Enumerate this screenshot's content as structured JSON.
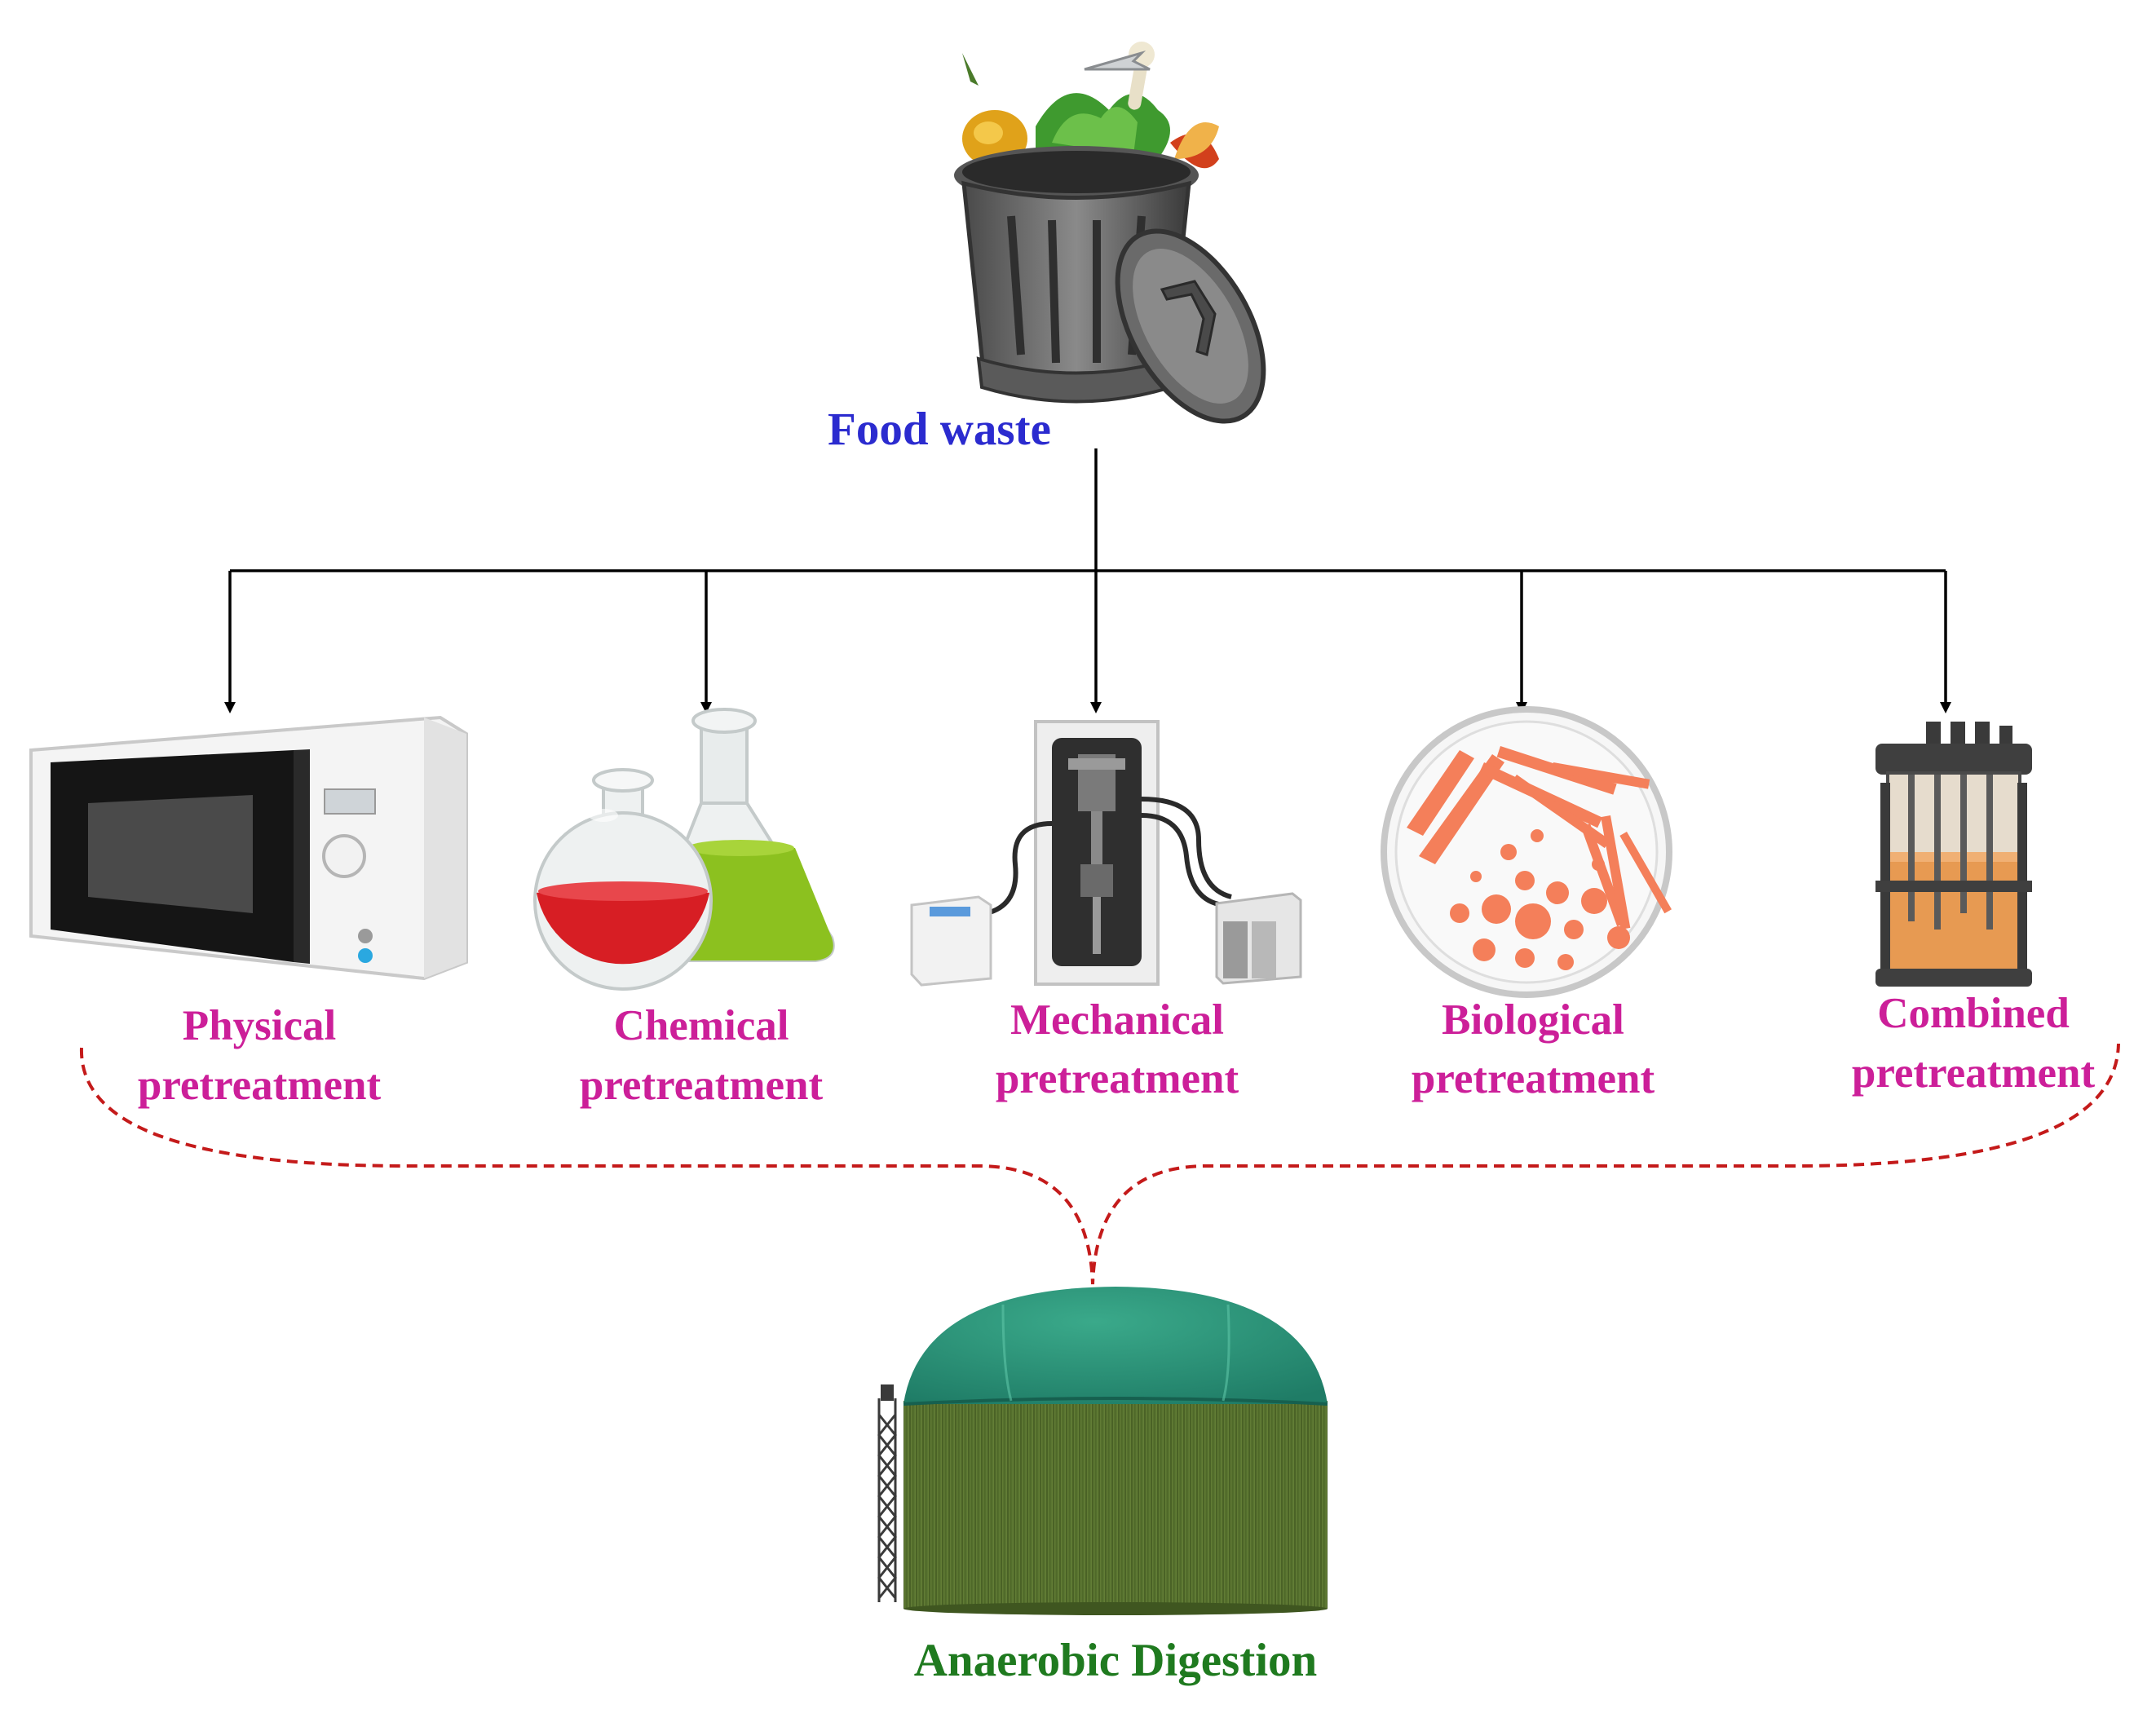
{
  "source": {
    "label": "Food waste",
    "color": "#2b2bcf"
  },
  "pretreatments": [
    {
      "id": "physical",
      "line1": "Physical",
      "line2": "pretreatment"
    },
    {
      "id": "chemical",
      "line1": "Chemical",
      "line2": "pretreatment"
    },
    {
      "id": "mechanical",
      "line1": "Mechanical",
      "line2": "pretreatment"
    },
    {
      "id": "biological",
      "line1": "Biological",
      "line2": "pretreatment"
    },
    {
      "id": "combined",
      "line1": "Combined",
      "line2": "pretreatment"
    }
  ],
  "pretreatment_color": "#cc1f99",
  "target": {
    "label": "Anaerobic Digestion",
    "color": "#1f7a1f"
  },
  "connector_color": "#000000",
  "dashed_color": "#c41a1a",
  "icons": [
    "trash-can-icon",
    "microwave-icon",
    "flasks-icon",
    "mechanical-device-icon",
    "petri-dish-icon",
    "bioreactor-icon",
    "digester-tank-icon"
  ]
}
